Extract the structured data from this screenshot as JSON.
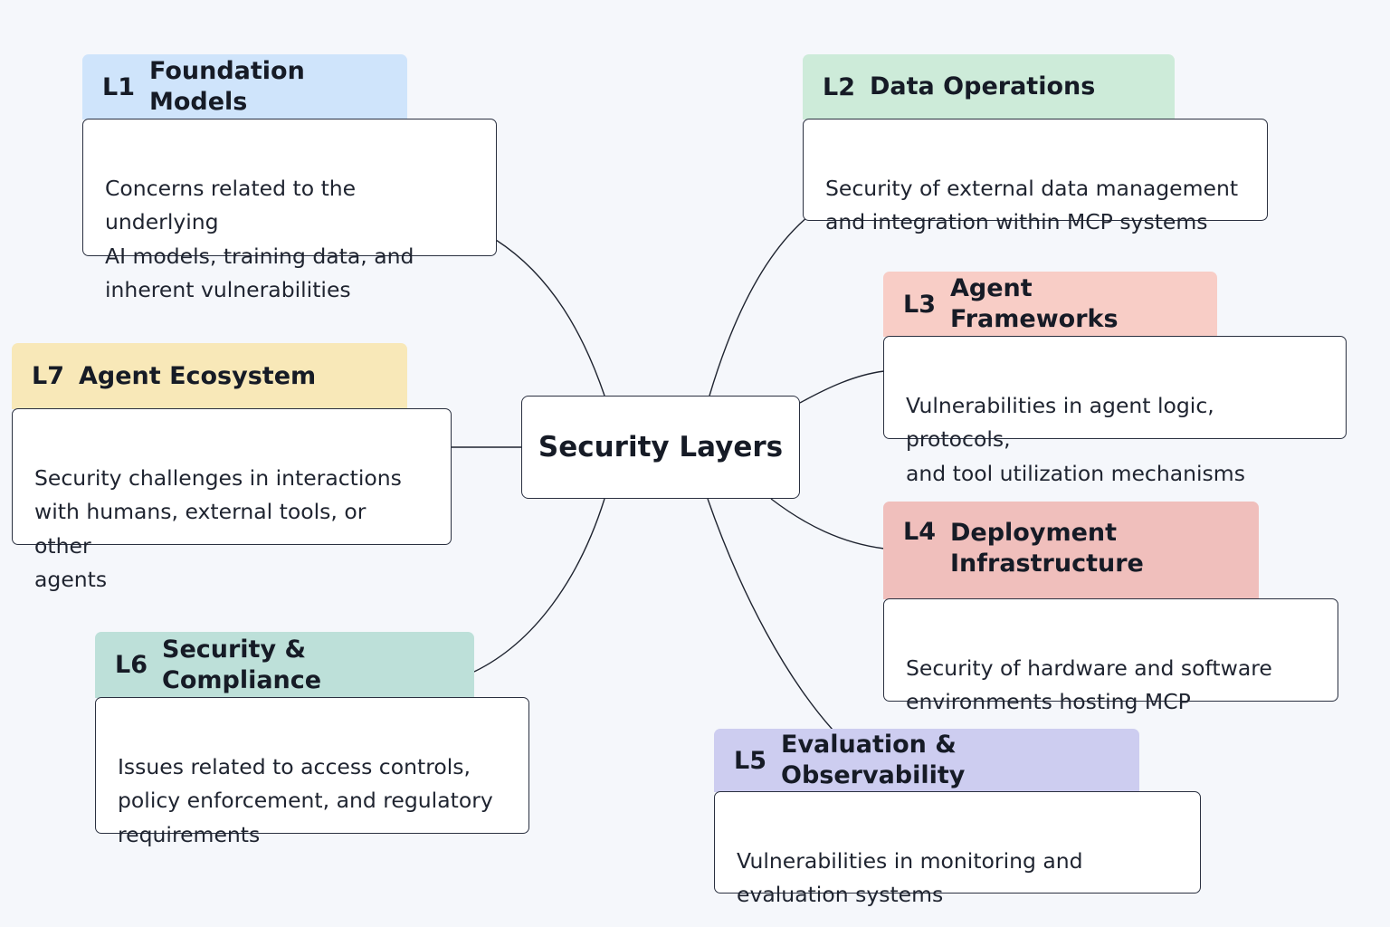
{
  "center": {
    "label": "Security Layers"
  },
  "layers": [
    {
      "code": "L1",
      "title": "Foundation Models",
      "description": "Concerns related to the underlying\nAI models, training data, and\ninherent vulnerabilities",
      "color": "#cfe4fb"
    },
    {
      "code": "L2",
      "title": "Data Operations",
      "description": "Security of external data management\nand integration within MCP systems",
      "color": "#cdebd9"
    },
    {
      "code": "L3",
      "title": "Agent Frameworks",
      "description": "Vulnerabilities in agent logic, protocols,\nand tool utilization mechanisms",
      "color": "#f8cdc6"
    },
    {
      "code": "L4",
      "title": "Deployment\nInfrastructure",
      "description": "Security of hardware and software\nenvironments hosting MCP componens",
      "color": "#f0bfbc"
    },
    {
      "code": "L5",
      "title": "Evaluation & Observability",
      "description": "Vulnerabilities in monitoring and\nevaluation systems",
      "color": "#cdcdf0"
    },
    {
      "code": "L6",
      "title": "Security & Compliance",
      "description": "Issues related to access controls,\npolicy enforcement, and regulatory\nrequirements",
      "color": "#bde0d9"
    },
    {
      "code": "L7",
      "title": "Agent Ecosystem",
      "description": "Security challenges in interactions\nwith humans, external tools, or other\nagents",
      "color": "#f8e8b8"
    }
  ],
  "colors": {
    "line": "#1f2430",
    "border": "#2a3040",
    "background": "#f5f7fb"
  }
}
